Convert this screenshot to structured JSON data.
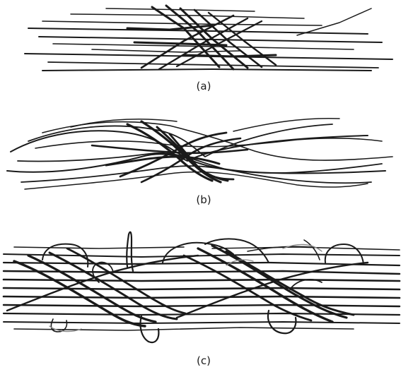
{
  "figure": {
    "panels": [
      {
        "id": "a",
        "caption": "(a)"
      },
      {
        "id": "b",
        "caption": "(b)"
      },
      {
        "id": "c",
        "caption": "(c)"
      }
    ],
    "colors": {
      "fiber": "#1a1a1a",
      "fiber_light": "#8a8a8a",
      "background": "#ffffff"
    }
  }
}
